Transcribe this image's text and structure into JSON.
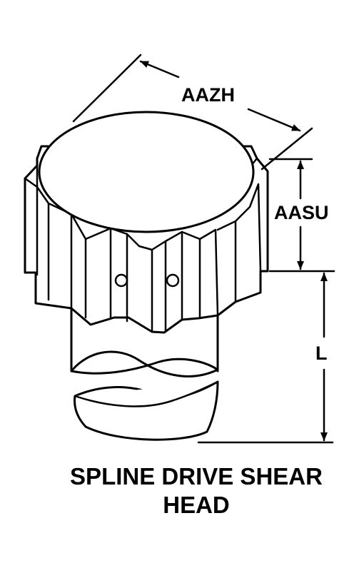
{
  "labels": {
    "diameter": "AAZH",
    "head_height": "AASU",
    "length": "L"
  },
  "caption": {
    "line1": "SPLINE DRIVE SHEAR",
    "line2": "HEAD"
  },
  "colors": {
    "ink": "#000000",
    "paper": "#ffffff"
  }
}
